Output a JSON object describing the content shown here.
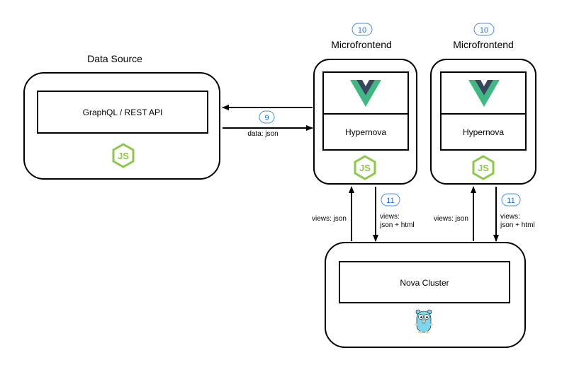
{
  "data_source": {
    "title": "Data Source",
    "api_label": "GraphQL / REST API",
    "logo_icon": "nodejs-icon"
  },
  "microfrontends": [
    {
      "badge": "10",
      "title": "Microfrontend",
      "framework_icon": "vue-icon",
      "renderer_label": "Hypernova",
      "logo_icon": "nodejs-icon"
    },
    {
      "badge": "10",
      "title": "Microfrontend",
      "framework_icon": "vue-icon",
      "renderer_label": "Hypernova",
      "logo_icon": "nodejs-icon"
    }
  ],
  "data_link": {
    "badge": "9",
    "label": "data: json"
  },
  "view_links": [
    {
      "request_label": "views: json",
      "badge": "11",
      "response_line1": "views:",
      "response_line2": "json + html"
    },
    {
      "request_label": "views: json",
      "badge": "11",
      "response_line1": "views:",
      "response_line2": "json + html"
    }
  ],
  "nova_cluster": {
    "label": "Nova Cluster",
    "logo_icon": "gopher-icon"
  },
  "colors": {
    "badge_blue": "#4a90e2",
    "badge_text": "#1f6fd1",
    "vue_green": "#41b883",
    "vue_dark": "#35495e",
    "node_green": "#8cc84b",
    "gopher_blue": "#7fd5ea"
  }
}
